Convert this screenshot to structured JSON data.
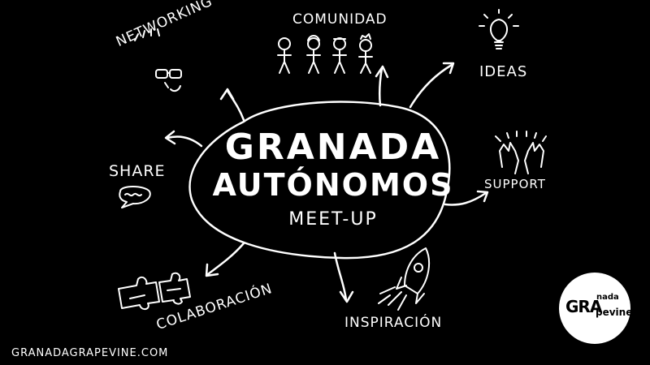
{
  "center": {
    "line1": "GRANADA",
    "line2": "AUTÓNOMOS",
    "line3": "MEET-UP"
  },
  "topics": {
    "networking": "NETWORKING",
    "comunidad": "COMUNIDAD",
    "ideas": "IDEAS",
    "share": "SHARE",
    "support": "SUPPORT",
    "colaboracion": "COLABORACIÓN",
    "inspiracion": "INSPIRACIÓN"
  },
  "footer": {
    "url": "GRANADAGRAPEVINE.COM"
  },
  "logo": {
    "part1": "GRA",
    "part2": "nada",
    "part3": "pevine"
  },
  "colors": {
    "background": "#000000",
    "foreground": "#ffffff"
  },
  "icons": [
    "glasses-face-icon",
    "people-icon",
    "lightbulb-icon",
    "speech-bubble-icon",
    "raised-hands-icon",
    "puzzle-icon",
    "rocket-icon"
  ]
}
